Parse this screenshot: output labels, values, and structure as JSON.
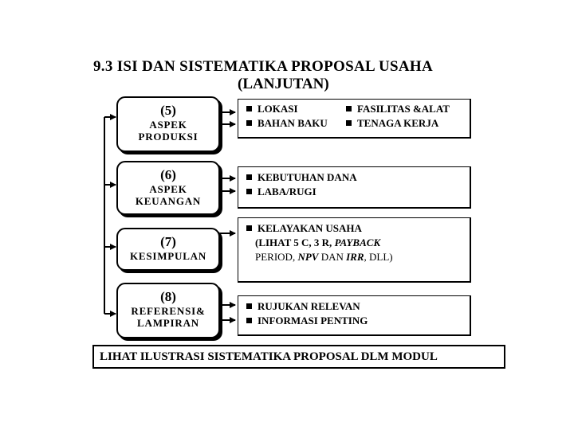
{
  "title": "9.3  ISI DAN  SISTEMATIKA  PROPOSAL  USAHA",
  "subtitle": "(LANJUTAN)",
  "sections": [
    {
      "number": "(5)",
      "label_lines": [
        "ASPEK",
        "PRODUKSI"
      ]
    },
    {
      "number": "(6)",
      "label_lines": [
        "ASPEK",
        "KEUANGAN"
      ]
    },
    {
      "number": "(7)",
      "label_lines": [
        "KESIMPULAN"
      ]
    },
    {
      "number": "(8)",
      "label_lines": [
        "REFERENSI&",
        "LAMPIRAN"
      ]
    }
  ],
  "details": {
    "produksi": {
      "lokasi": "LOKASI",
      "fasilitas": "FASILITAS &ALAT",
      "bahan_baku": "BAHAN BAKU",
      "tenaga_kerja": "TENAGA KERJA"
    },
    "keuangan": {
      "kebutuhan_dana": "KEBUTUHAN DANA",
      "laba_rugi": "LABA/RUGI"
    },
    "kesimpulan": {
      "kelayakan": "KELAYAKAN  USAHA",
      "lihat_prefix": "(LIHAT 5 C, 3 R, ",
      "payback": "PAYBACK",
      "period_prefix": "PERIOD, ",
      "npv": "NPV",
      "dan": " DAN ",
      "irr": "IRR",
      "dll": ", DLL)"
    },
    "referensi": {
      "rujukan": "RUJUKAN  RELEVAN",
      "informasi": "INFORMASI  PENTING"
    }
  },
  "footer": "LIHAT  ILUSTRASI  SISTEMATIKA PROPOSAL DLM MODUL"
}
